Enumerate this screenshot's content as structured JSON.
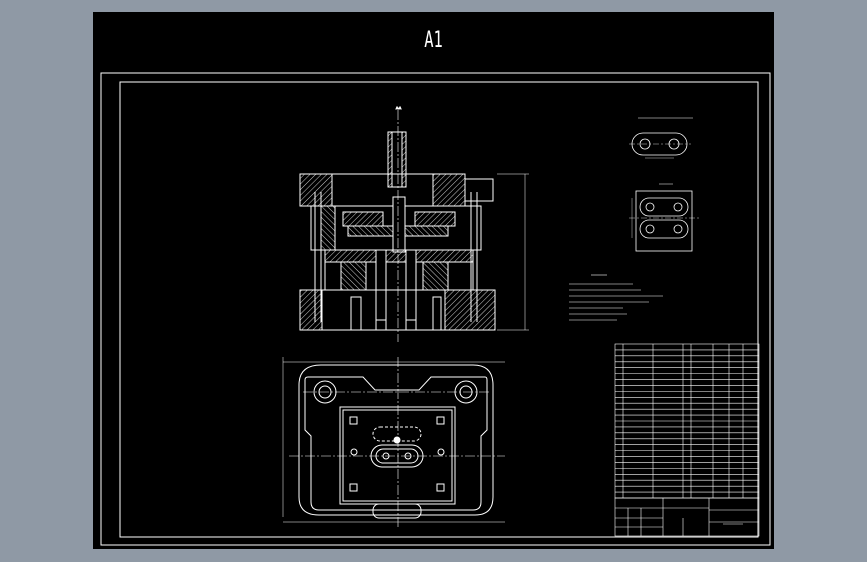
{
  "sheet": {
    "size_label": "A1",
    "background": "#000000",
    "canvas_background": "#8f99a5"
  },
  "colors": {
    "line": "#ffffff",
    "hatch": "#ffffff",
    "centerline": "#ffffff"
  },
  "views": {
    "section_label": "A-A"
  },
  "title_block": {
    "rows": 26
  }
}
